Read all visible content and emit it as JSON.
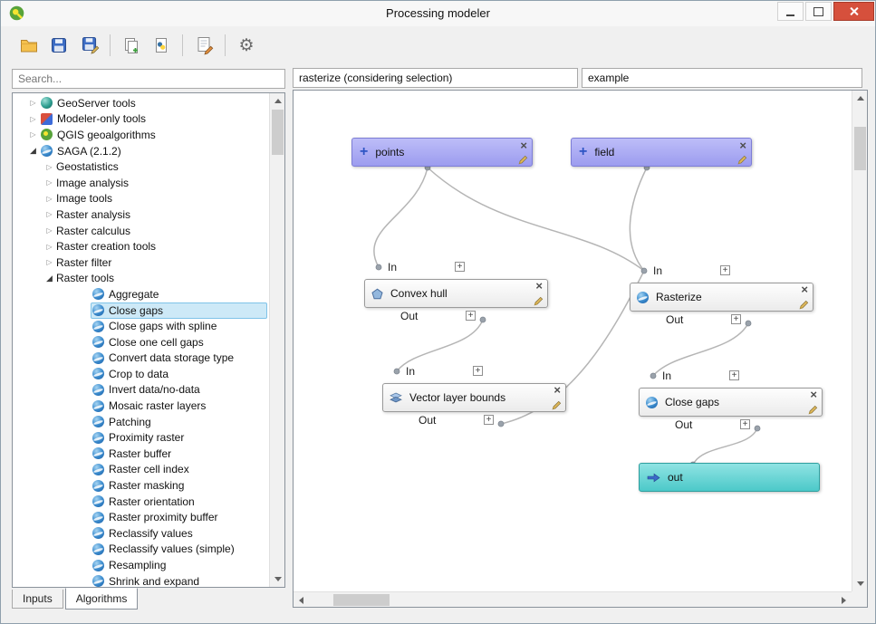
{
  "window": {
    "title": "Processing modeler"
  },
  "toolbar": {
    "buttons": [
      {
        "name": "open-model",
        "icon": "folder-icon"
      },
      {
        "name": "save-model",
        "icon": "save-icon"
      },
      {
        "name": "save-model-as",
        "icon": "save-as-icon"
      },
      {
        "name": "export-as-image",
        "icon": "export-image-icon"
      },
      {
        "name": "export-as-python",
        "icon": "export-python-icon"
      },
      {
        "name": "edit-model-help",
        "icon": "edit-help-icon"
      },
      {
        "name": "run-model",
        "icon": "gear-icon"
      }
    ]
  },
  "sidebar": {
    "search_placeholder": "Search...",
    "tabs": [
      {
        "label": "Inputs",
        "active": false
      },
      {
        "label": "Algorithms",
        "active": true
      }
    ],
    "tree": [
      {
        "label": "GeoServer tools",
        "level": 0,
        "arrow": "collapsed",
        "icon": "geoserver"
      },
      {
        "label": "Modeler-only tools",
        "level": 0,
        "arrow": "collapsed",
        "icon": "modeler"
      },
      {
        "label": "QGIS geoalgorithms",
        "level": 0,
        "arrow": "collapsed",
        "icon": "qgis"
      },
      {
        "label": "SAGA (2.1.2)",
        "level": 0,
        "arrow": "expanded",
        "icon": "saga"
      },
      {
        "label": "Geostatistics",
        "level": 1,
        "arrow": "collapsed"
      },
      {
        "label": "Image analysis",
        "level": 1,
        "arrow": "collapsed"
      },
      {
        "label": "Image tools",
        "level": 1,
        "arrow": "collapsed"
      },
      {
        "label": "Raster analysis",
        "level": 1,
        "arrow": "collapsed"
      },
      {
        "label": "Raster calculus",
        "level": 1,
        "arrow": "collapsed"
      },
      {
        "label": "Raster creation tools",
        "level": 1,
        "arrow": "collapsed"
      },
      {
        "label": "Raster filter",
        "level": 1,
        "arrow": "collapsed"
      },
      {
        "label": "Raster tools",
        "level": 1,
        "arrow": "expanded"
      },
      {
        "label": "Aggregate",
        "level": 2,
        "icon": "saga"
      },
      {
        "label": "Close gaps",
        "level": 2,
        "icon": "saga",
        "selected": true
      },
      {
        "label": "Close gaps with spline",
        "level": 2,
        "icon": "saga"
      },
      {
        "label": "Close one cell gaps",
        "level": 2,
        "icon": "saga"
      },
      {
        "label": "Convert data storage type",
        "level": 2,
        "icon": "saga"
      },
      {
        "label": "Crop to data",
        "level": 2,
        "icon": "saga"
      },
      {
        "label": "Invert data/no-data",
        "level": 2,
        "icon": "saga"
      },
      {
        "label": "Mosaic raster layers",
        "level": 2,
        "icon": "saga"
      },
      {
        "label": "Patching",
        "level": 2,
        "icon": "saga"
      },
      {
        "label": "Proximity raster",
        "level": 2,
        "icon": "saga"
      },
      {
        "label": "Raster buffer",
        "level": 2,
        "icon": "saga"
      },
      {
        "label": "Raster cell index",
        "level": 2,
        "icon": "saga"
      },
      {
        "label": "Raster masking",
        "level": 2,
        "icon": "saga"
      },
      {
        "label": "Raster orientation",
        "level": 2,
        "icon": "saga"
      },
      {
        "label": "Raster proximity buffer",
        "level": 2,
        "icon": "saga"
      },
      {
        "label": "Reclassify values",
        "level": 2,
        "icon": "saga"
      },
      {
        "label": "Reclassify values (simple)",
        "level": 2,
        "icon": "saga"
      },
      {
        "label": "Resampling",
        "level": 2,
        "icon": "saga"
      },
      {
        "label": "Shrink and expand",
        "level": 2,
        "icon": "saga"
      }
    ]
  },
  "model": {
    "name": "rasterize (considering selection)",
    "group": "example",
    "io": {
      "in": "In",
      "out": "Out"
    },
    "nodes": {
      "inputs": [
        {
          "id": "points",
          "label": "points"
        },
        {
          "id": "field",
          "label": "field"
        }
      ],
      "algorithms": [
        {
          "id": "convex-hull",
          "label": "Convex hull",
          "icon": "polygon-icon"
        },
        {
          "id": "rasterize",
          "label": "Rasterize",
          "icon": "saga-icon"
        },
        {
          "id": "vector-layer-bounds",
          "label": "Vector layer bounds",
          "icon": "layers-icon"
        },
        {
          "id": "close-gaps",
          "label": "Close gaps",
          "icon": "saga-icon"
        }
      ],
      "outputs": [
        {
          "id": "out",
          "label": "out"
        }
      ]
    }
  },
  "colors": {
    "input_node": "#a8a8f2",
    "output_node": "#5fd3d3",
    "selection": "#cde9f7",
    "close_button": "#d6503c"
  }
}
